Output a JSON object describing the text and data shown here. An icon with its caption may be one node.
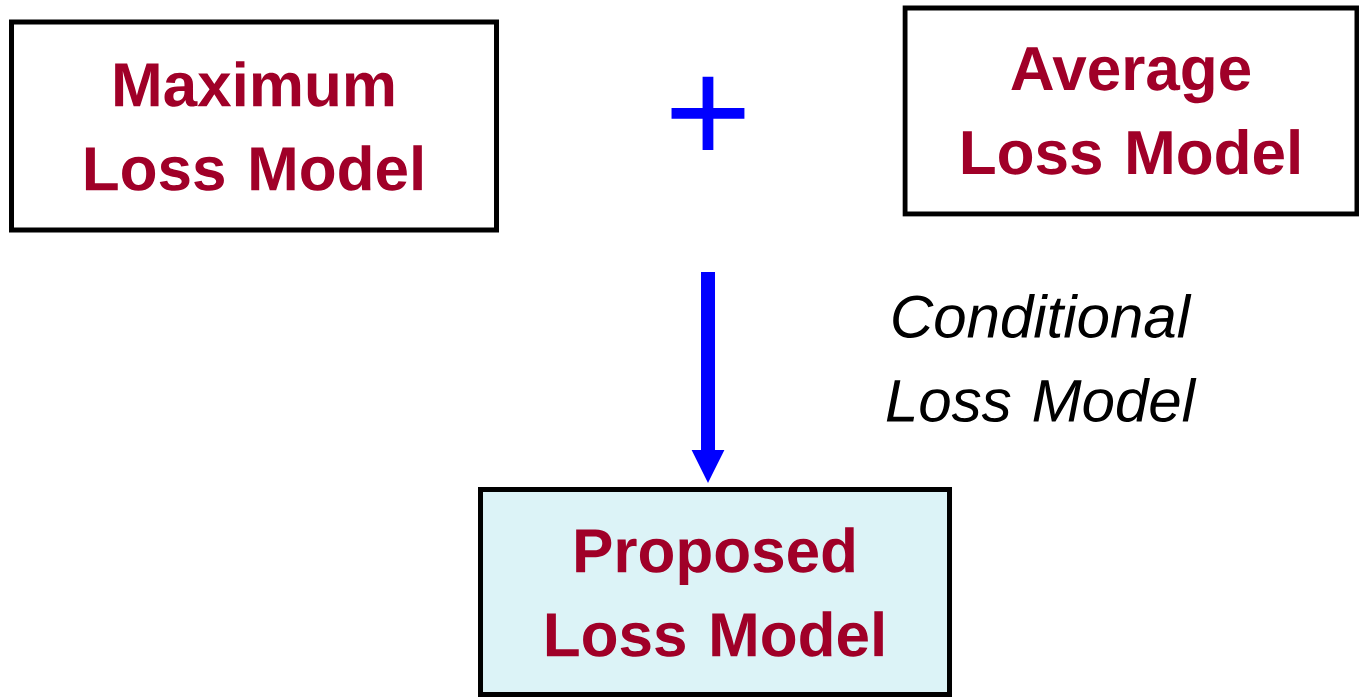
{
  "diagram": {
    "nodes": [
      {
        "text": [
          "Maximum Loss Model"
        ]
      },
      {
        "text": [
          "Average Loss Model"
        ]
      },
      {
        "text": [
          "Proposed Loss Model"
        ]
      }
    ],
    "edges": [
      {
        "from": null,
        "to": 2,
        "arrow": "to",
        "label": "Conditional Loss Model",
        "color": "#0000ff"
      }
    ],
    "labels": [
      "+"
    ]
  }
}
